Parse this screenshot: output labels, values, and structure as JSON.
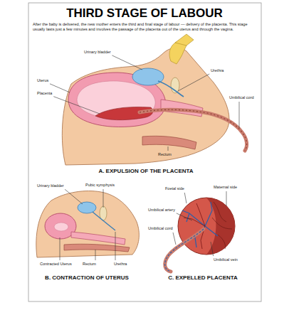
{
  "diagram": {
    "title": "THIRD STAGE OF LABOUR",
    "labels": [
      "After the baby is delivered, the new mother enters the third and final stage of labour — delivery of the placenta. This stage usually lasts just a few minutes and involves the passage of the placenta out of the uterus and through the vagina.",
      "Urinary bladder",
      "Uterus",
      "Placenta",
      "Urethra",
      "Umbilical cord",
      "Rectum",
      "A. EXPULSION OF THE PLACENTA",
      "Urinary bladder",
      "Pubic symphysis",
      "Urethra",
      "Rectum",
      "Contracted Uterus",
      "B. CONTRACTION OF UTERUS",
      "Foetal side",
      "Maternal side",
      "Umbilical artery",
      "Umbilical cord",
      "Umbilical vein",
      "C. EXPELLED PLACENTA"
    ]
  }
}
